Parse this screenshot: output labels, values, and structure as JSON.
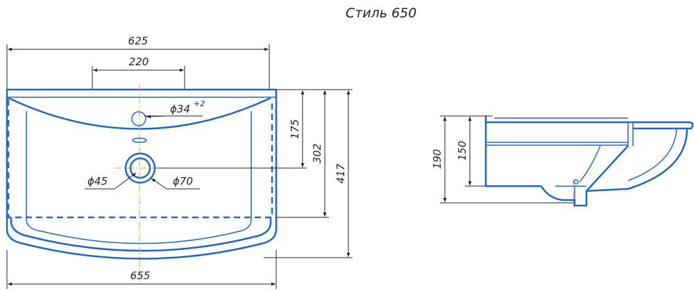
{
  "title": "Стиль 650",
  "top_view": {
    "dim_width_top": "625",
    "dim_tap_spacing": "220",
    "dim_width_bottom": "655",
    "dim_depth_175": "175",
    "dim_depth_302": "302",
    "dim_depth_417": "417",
    "tap_hole": "ϕ34",
    "tap_hole_tolerance": "+2",
    "drain_inner": "ϕ45",
    "drain_outer": "ϕ70"
  },
  "side_view": {
    "dim_height_190": "190",
    "dim_height_150": "150"
  },
  "colors": {
    "outline": "#1e66c8",
    "centerline": "#e89a3c",
    "dimension": "#222222"
  }
}
